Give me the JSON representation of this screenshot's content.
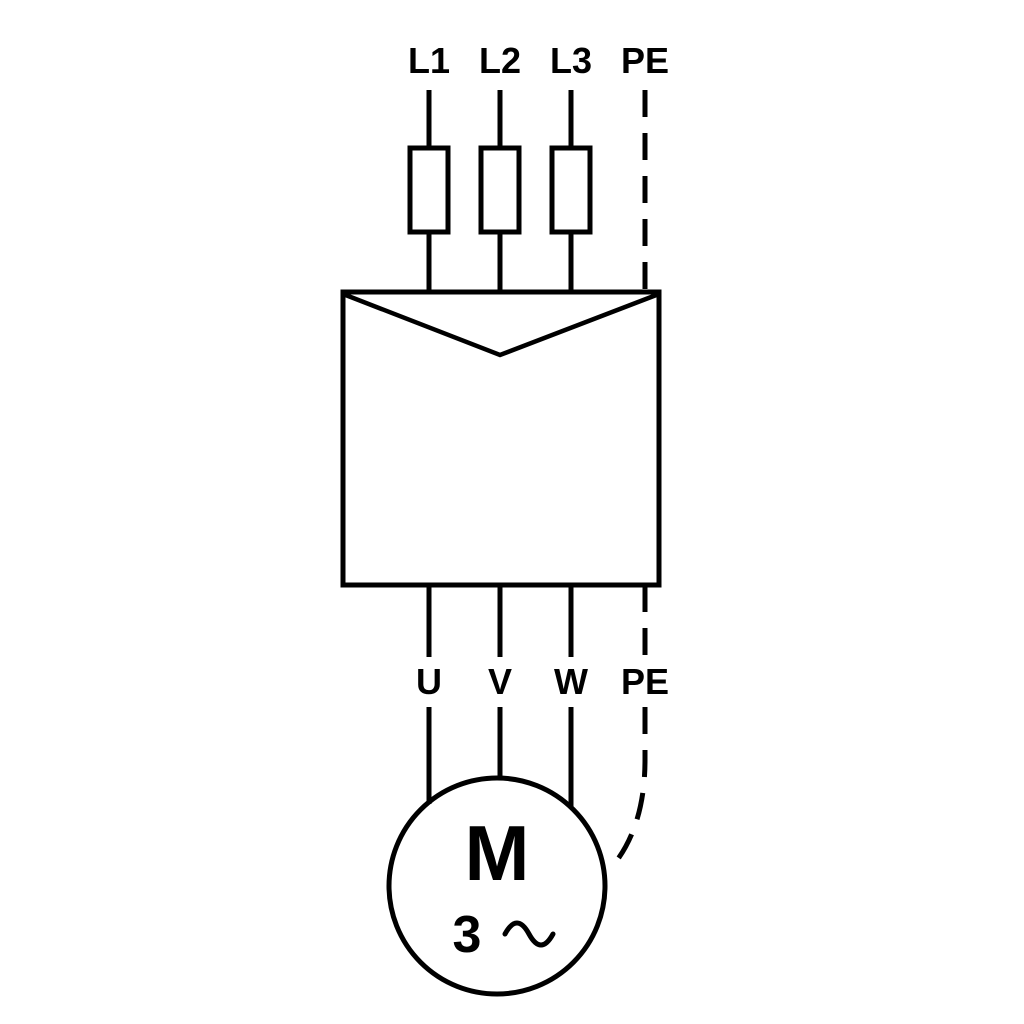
{
  "diagram": {
    "type": "three-phase-motor-wiring-diagram",
    "supply_terminals": {
      "l1": "L1",
      "l2": "L2",
      "l3": "L3",
      "pe": "PE"
    },
    "motor_terminals": {
      "u": "U",
      "v": "V",
      "w": "W",
      "pe": "PE"
    },
    "motor": {
      "letter": "M",
      "phase": "3",
      "ac_symbol": "~"
    },
    "colors": {
      "line": "#000000",
      "background": "#ffffff"
    }
  }
}
